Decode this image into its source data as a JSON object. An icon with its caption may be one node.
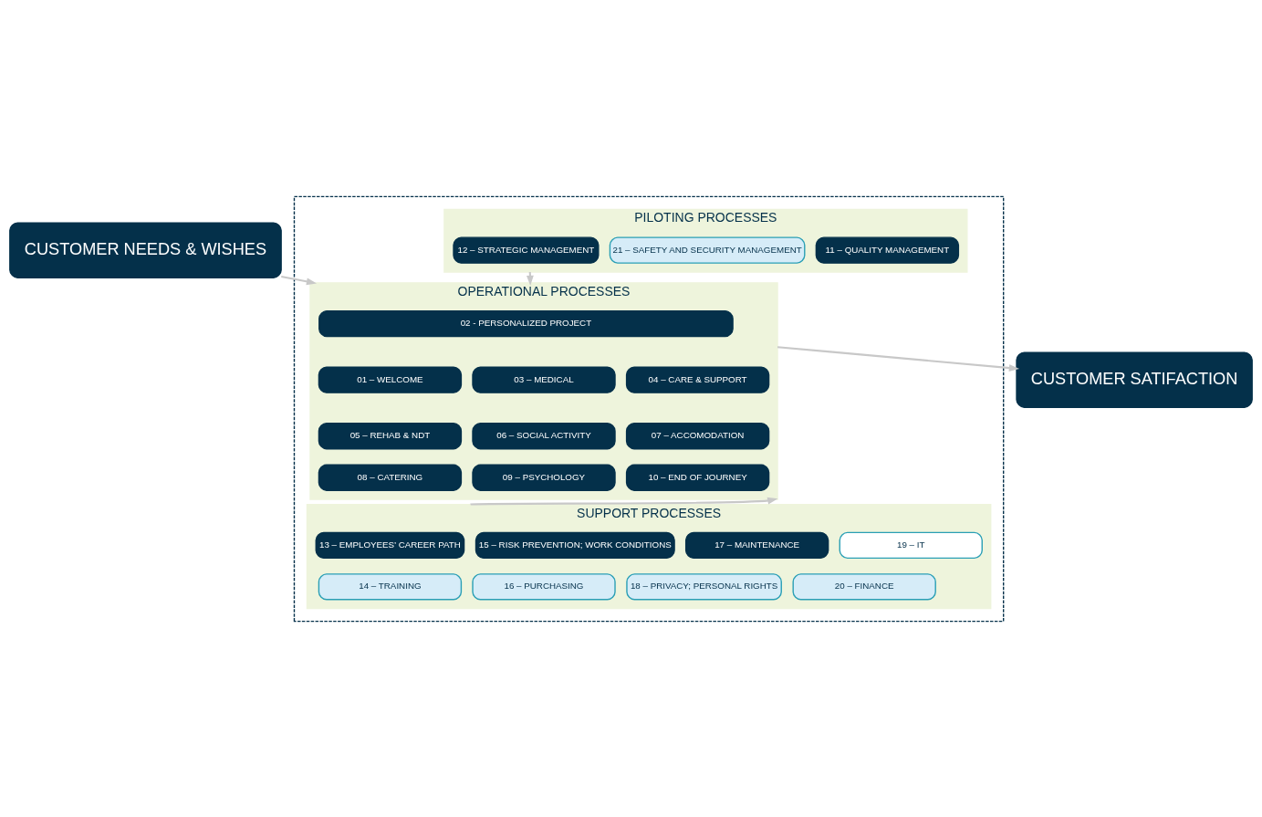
{
  "diagram": {
    "nodes": [
      {
        "text": [
          "CUSTOMER NEEDS & WISHES"
        ]
      },
      {
        "text": [],
        "shape": "box"
      },
      {
        "text": [
          "PILOTING PROCESSES"
        ],
        "in": 1
      },
      {
        "text": [
          "12 – STRATEGIC MANAGEMENT"
        ],
        "in": 2
      },
      {
        "text": [
          "21 – SAFETY AND SECURITY MANAGEMENT"
        ],
        "in": 2
      },
      {
        "text": [
          "11 – QUALITY MANAGEMENT"
        ],
        "in": 2
      },
      {
        "text": [
          "OPERATIONAL PROCESSES"
        ],
        "in": 1
      },
      {
        "text": [
          "02 - PERSONALIZED PROJECT"
        ],
        "in": 6
      },
      {
        "text": [
          "01 – WELCOME"
        ],
        "in": 6
      },
      {
        "text": [
          "03 – MEDICAL"
        ],
        "in": 6
      },
      {
        "text": [
          "04 – CARE & SUPPORT"
        ],
        "in": 6
      },
      {
        "text": [
          "05 – REHAB & NDT"
        ],
        "in": 6
      },
      {
        "text": [
          "06 – SOCIAL ACTIVITY"
        ],
        "in": 6
      },
      {
        "text": [
          "07 – ACCOMODATION"
        ],
        "in": 6
      },
      {
        "text": [
          "08 – CATERING"
        ],
        "in": 6
      },
      {
        "text": [
          "09 – PSYCHOLOGY"
        ],
        "in": 6
      },
      {
        "text": [
          "10 – END OF JOURNEY"
        ],
        "in": 6
      },
      {
        "text": [
          "SUPPORT PROCESSES"
        ],
        "in": 1
      },
      {
        "text": [
          "13 – EMPLOYEES’ CAREER PATH"
        ],
        "in": 17
      },
      {
        "text": [
          "15 – RISK PREVENTION; WORK CONDITIONS"
        ],
        "in": 17
      },
      {
        "text": [
          "17 – MAINTENANCE"
        ],
        "in": 17
      },
      {
        "text": [
          "19 – IT"
        ],
        "in": 17
      },
      {
        "text": [
          "14 – TRAINING"
        ],
        "in": 17
      },
      {
        "text": [
          "16 – PURCHASING"
        ],
        "in": 17
      },
      {
        "text": [
          "18 – PRIVACY; PERSONAL RIGHTS"
        ],
        "in": 17
      },
      {
        "text": [
          "20 – FINANCE"
        ],
        "in": 17
      },
      {
        "text": [
          "CUSTOMER SATIFACTION"
        ]
      }
    ],
    "edges": [
      {
        "from": 0,
        "to": 6,
        "arrow": "to"
      },
      {
        "from": 2,
        "to": 6,
        "arrow": "to"
      },
      {
        "from": 17,
        "to": 6,
        "arrow": "to"
      },
      {
        "from": 6,
        "to": 26,
        "arrow": "to"
      }
    ]
  }
}
